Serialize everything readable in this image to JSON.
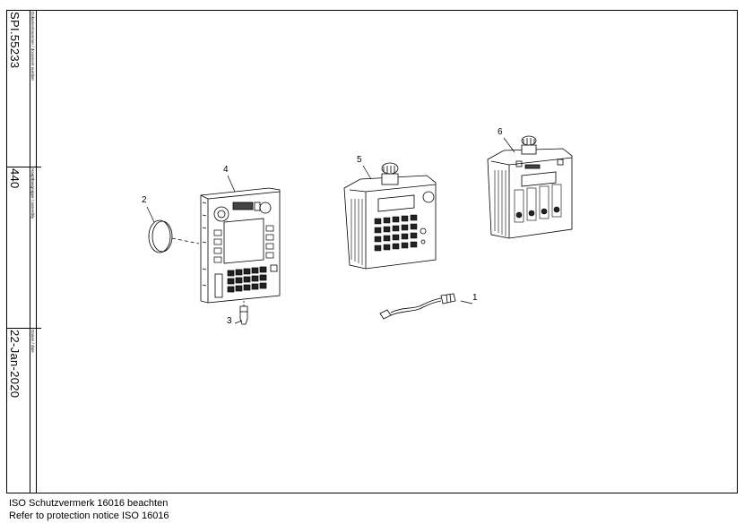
{
  "title_block": {
    "document_number_label": "Dokumentnummer / document number",
    "document_number": "SPI.55233",
    "assembly_label": "Hauptbaugruppe / assembly",
    "assembly": "440",
    "date_label": "Datum / date",
    "date": "22-Jan-2020"
  },
  "footer": {
    "line1": "ISO Schutzvermerk 16016 beachten",
    "line2": "Refer to protection notice ISO 16016"
  },
  "callouts": {
    "c1": "1",
    "c2": "2",
    "c3": "3",
    "c4": "4",
    "c5": "5",
    "c6": "6"
  }
}
